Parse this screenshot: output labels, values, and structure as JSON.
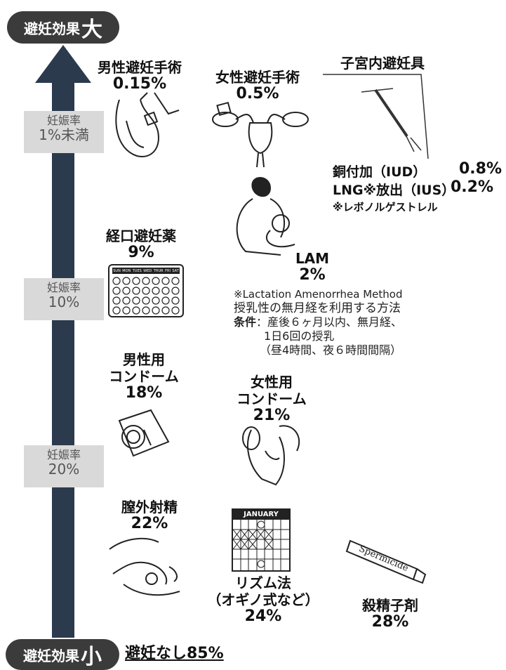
{
  "top_label": {
    "prefix": "避妊効果",
    "emph": "大"
  },
  "bottom_label": {
    "prefix": "避妊効果",
    "emph": "小"
  },
  "no_contraception": "避妊なし85%",
  "bands": [
    {
      "label": "妊娠率",
      "value": "1%未満"
    },
    {
      "label": "妊娠率",
      "value": "10%"
    },
    {
      "label": "妊娠率",
      "value": "20%"
    }
  ],
  "methods": {
    "male_sterilization": {
      "name": "男性避妊手術",
      "rate": "0.15%"
    },
    "female_sterilization": {
      "name": "女性避妊手術",
      "rate": "0.5%"
    },
    "iud": {
      "name": "子宮内避妊具",
      "copper": "銅付加（IUD）",
      "copper_rate": "0.8%",
      "lng": "LNG※放出（IUS）",
      "lng_rate": "0.2%",
      "note": "※レボノルゲストレル"
    },
    "pill": {
      "name": "経口避妊薬",
      "rate": "9%",
      "days": [
        "SUN",
        "MON",
        "TUES",
        "WED",
        "THUR",
        "FRI",
        "SAT"
      ]
    },
    "lam": {
      "name": "LAM",
      "rate": "2%",
      "note1": "※Lactation Amenorrhea Method",
      "note2": "授乳性の無月経を利用する方法",
      "cond_label": "条件",
      "cond1": "：産後６ヶ月以内、無月経、",
      "cond2": "1日6回の授乳",
      "cond3": "（昼4時間、夜６時間間隔）"
    },
    "male_condom": {
      "line1": "男性用",
      "line2": "コンドーム",
      "rate": "18%"
    },
    "female_condom": {
      "line1": "女性用",
      "line2": "コンドーム",
      "rate": "21%"
    },
    "withdrawal": {
      "name": "膣外射精",
      "rate": "22%"
    },
    "rhythm": {
      "name": "リズム法",
      "sub": "（オギノ式など）",
      "rate": "24%",
      "month": "JANUARY"
    },
    "spermicide": {
      "name": "殺精子剤",
      "rate": "28%",
      "tube_text": "Spermicide"
    }
  }
}
